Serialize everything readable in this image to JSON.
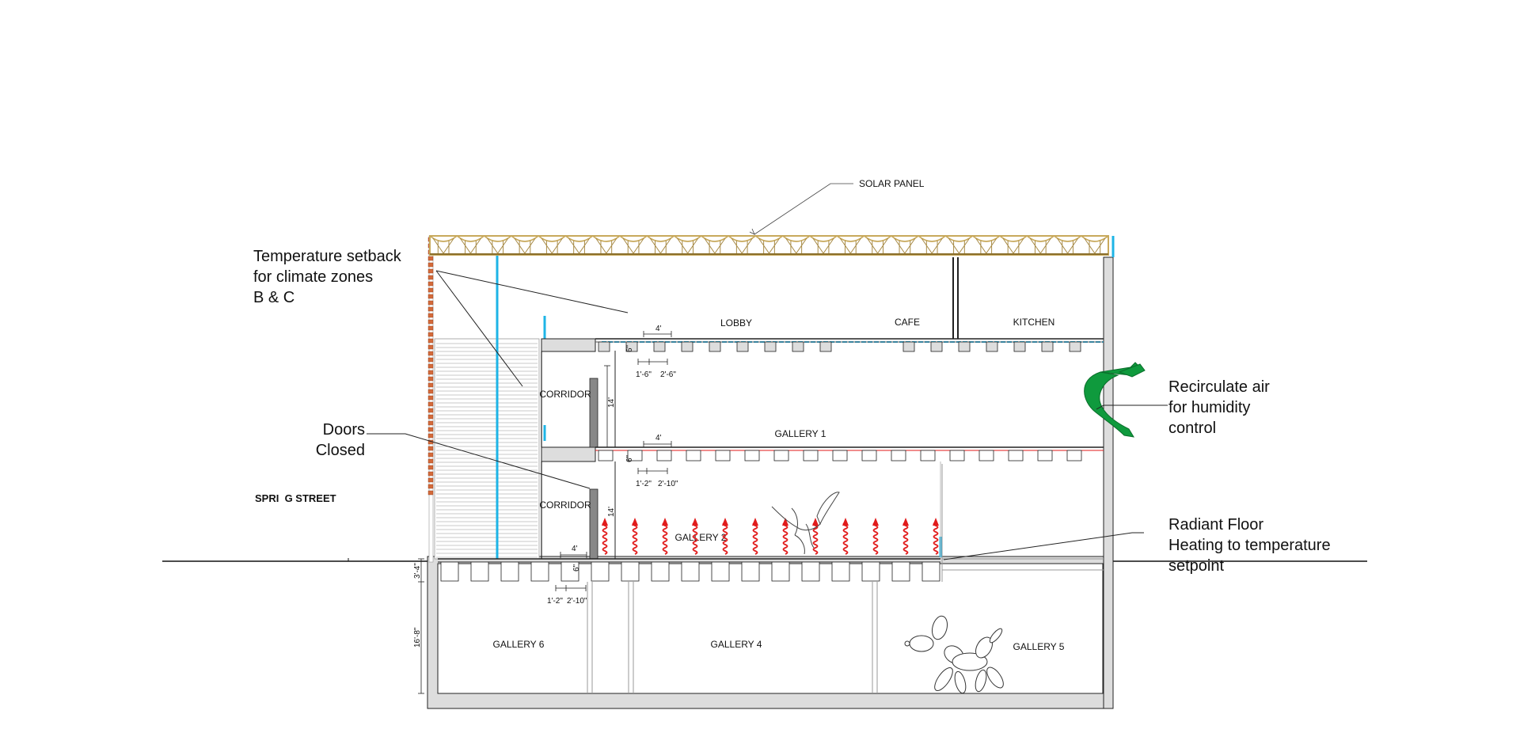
{
  "rooms": {
    "lobby": "LOBBY",
    "cafe": "CAFE",
    "kitchen": "KITCHEN",
    "corridor_upper": "CORRIDOR",
    "corridor_lower": "CORRIDOR",
    "gallery1": "GALLERY 1",
    "gallery2": "GALLERY 2",
    "gallery4": "GALLERY 4",
    "gallery5": "GALLERY 5",
    "gallery6": "GALLERY 6"
  },
  "labels": {
    "solar_panel": "SOLAR PANEL",
    "street": "SPRI  G STREET"
  },
  "callouts": {
    "setback": [
      "Temperature setback",
      "for climate zones",
      "B & C"
    ],
    "doors": [
      "Doors",
      "Closed"
    ],
    "recirculate": [
      "Recirculate air",
      "for humidity",
      "control"
    ],
    "radiant": [
      "Radiant Floor",
      "Heating to temperature",
      "setpoint"
    ]
  },
  "dimensions": {
    "upper": {
      "span": "4'",
      "gap": "1'-6\"",
      "bay": "2'-6\"",
      "depth": "6\"",
      "height": "14'"
    },
    "middle": {
      "span": "4'",
      "gap": "1'-2\"",
      "bay": "2'-10\"",
      "depth": "6\"",
      "height": "14'"
    },
    "lower": {
      "span": "4'",
      "gap": "1'-2\"",
      "bay": "2'-10\"",
      "depth": "6\""
    },
    "basement_top": "3'-4\"",
    "basement_height": "16'-8\""
  },
  "colors": {
    "line": "#222222",
    "wall_fill": "#dddddd",
    "solar": "#c8a95c",
    "blue": "#1eb4e6",
    "brick": "#d46a3a",
    "heat": "#e11b1b",
    "airflow": "#0f9a3d"
  }
}
